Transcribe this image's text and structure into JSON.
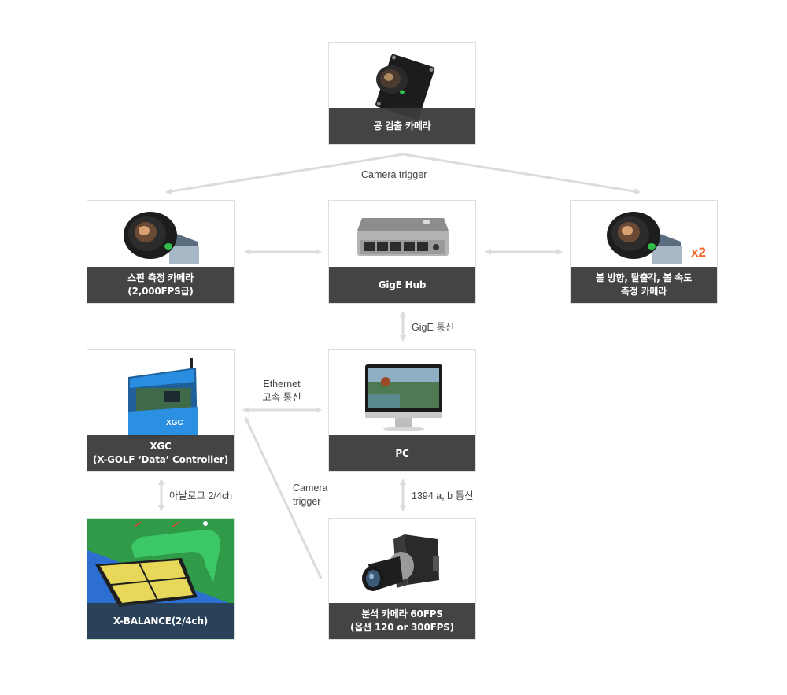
{
  "nodes": {
    "ball_camera": {
      "line1": "공 검출 카메라"
    },
    "spin_camera": {
      "line1": "스핀 측정 카메라",
      "line2": "(2,000FPS급)"
    },
    "gige_hub": {
      "line1": "GigE Hub"
    },
    "direction_camera": {
      "line1": "볼 방향, 탈출각, 볼 속도",
      "line2": "측정 카메라",
      "badge": "x2"
    },
    "xgc": {
      "line1": "XGC",
      "line2": "(X-GOLF ‘Data’ Controller)"
    },
    "pc": {
      "line1": "PC"
    },
    "x_balance": {
      "line1": "X-BALANCE(2/4ch)"
    },
    "analysis_camera": {
      "line1": "분석 카메라 60FPS",
      "line2": "(옵션 120 or 300FPS)"
    }
  },
  "connections": {
    "camera_trigger_top": "Camera trigger",
    "gige_comm": "GigE 통신",
    "ethernet_line1": "Ethernet",
    "ethernet_line2": "고속 통신",
    "analog": "아날로그 2/4ch",
    "camera_trigger_lower_line1": "Camera",
    "camera_trigger_lower_line2": "trigger",
    "firewire": "1394 a, b 통신"
  },
  "colors": {
    "caption_bg": "#3a3a3a",
    "arrow": "#dcdcdc",
    "badge": "#f26522",
    "border": "#dcdfe3"
  }
}
